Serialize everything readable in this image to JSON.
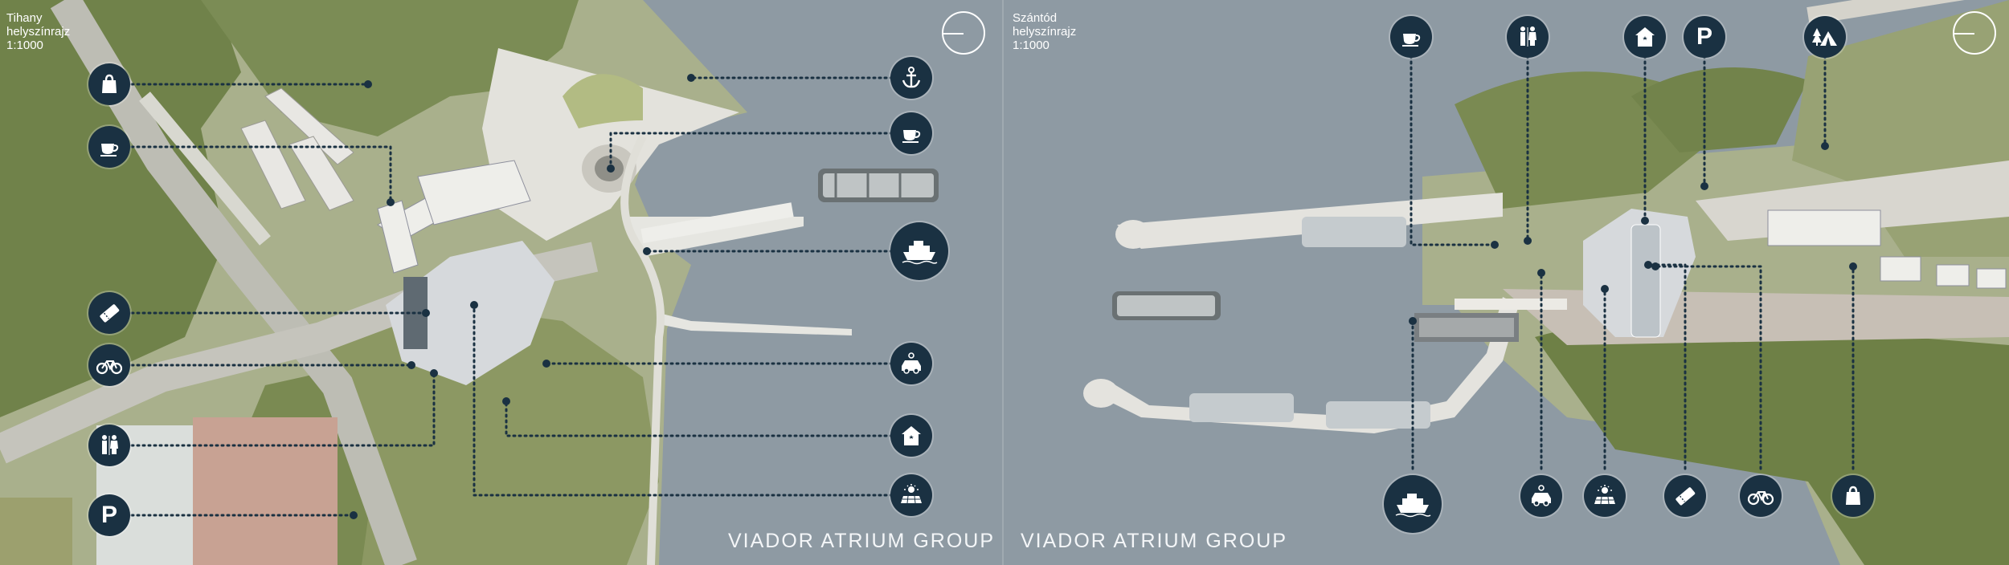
{
  "left_panel": {
    "location": "Tihany",
    "sheet": "helyszínrajz",
    "scale": "1:1000",
    "brand": "VIADOR ATRIUM GROUP"
  },
  "right_panel": {
    "location": "Szántód",
    "sheet": "helyszínrajz",
    "scale": "1:1000",
    "brand": "VIADOR ATRIUM GROUP"
  },
  "legend_icons": {
    "left": [
      "shop-icon",
      "coffee-icon",
      "ticket-icon",
      "bicycle-icon",
      "restroom-icon",
      "parking-icon",
      "anchor-icon",
      "coffee-icon",
      "ferry-icon",
      "car-icon",
      "shelter-icon",
      "solar-icon"
    ],
    "right": [
      "coffee-icon",
      "restroom-icon",
      "shelter-icon",
      "parking-icon",
      "tent-icon",
      "ferry-icon",
      "car-icon",
      "solar-icon",
      "ticket-icon",
      "bicycle-icon",
      "shop-icon"
    ]
  },
  "colors": {
    "water": "#8e9aa3",
    "icon_background": "#1a3142",
    "vegetation": "#6e8046",
    "paving": "#d9d7d0"
  }
}
